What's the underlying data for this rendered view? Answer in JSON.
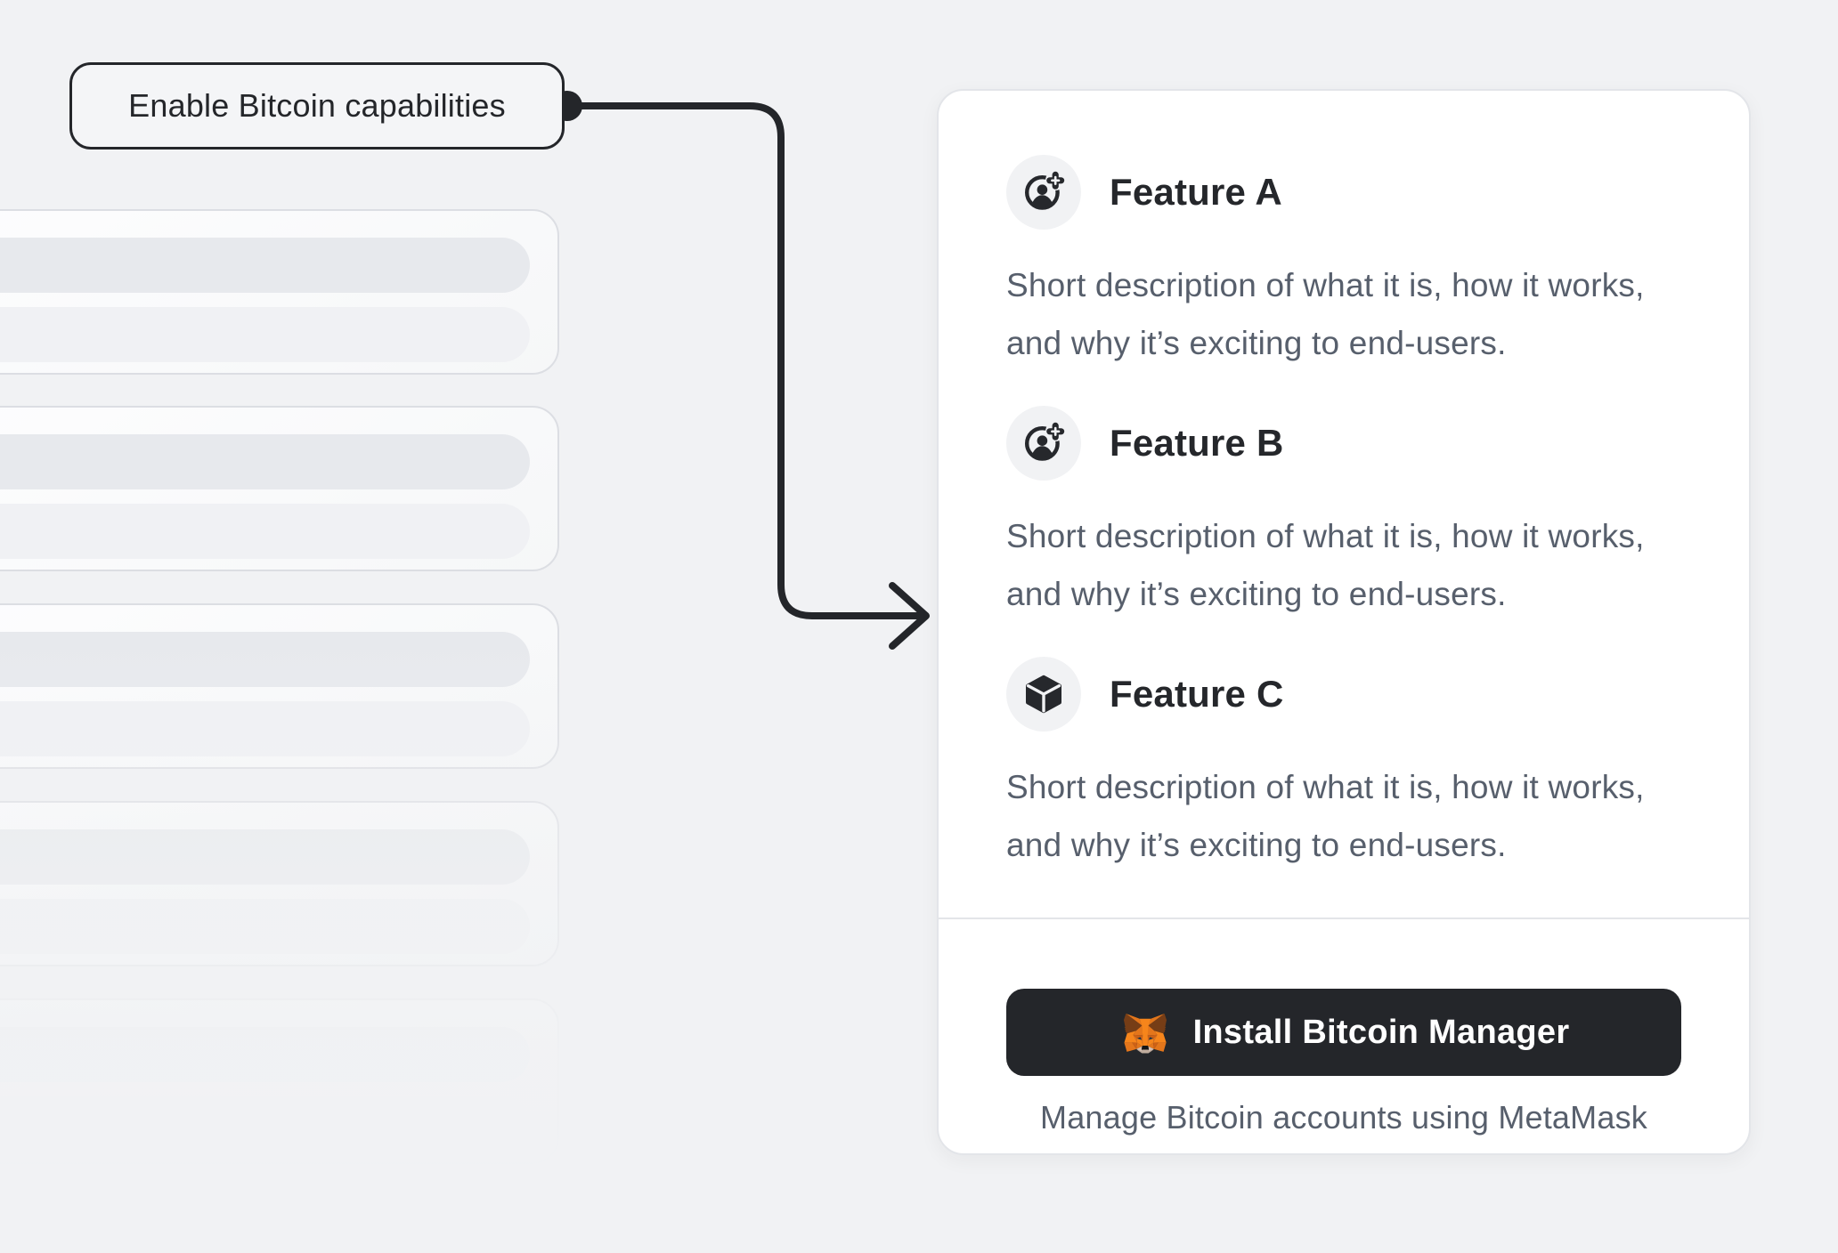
{
  "callout": {
    "label": "Enable Bitcoin capabilities"
  },
  "skeleton": {
    "card_count": 5
  },
  "card": {
    "features": [
      {
        "title": "Feature A",
        "icon": "user-add-icon",
        "description": "Short description of what it is, how it works, and why it’s exciting to end-users."
      },
      {
        "title": "Feature B",
        "icon": "user-add-icon",
        "description": "Short description of what it is, how it works, and why it’s exciting to end-users."
      },
      {
        "title": "Feature C",
        "icon": "cube-icon",
        "description": "Short description of what it is, how it works, and why it’s exciting to end-users."
      }
    ],
    "footer": {
      "button_label": "Install Bitcoin Manager",
      "button_icon": "metamask-fox-icon",
      "caption": "Manage Bitcoin accounts using MetaMask"
    }
  },
  "colors": {
    "background": "#f1f2f4",
    "card_bg": "#ffffff",
    "card_border": "#e3e5e9",
    "accent_dark": "#24262a",
    "muted_text": "#575f6c",
    "button_bg": "#24262a",
    "button_text": "#ffffff",
    "metamask_orange": "#f6851b"
  }
}
